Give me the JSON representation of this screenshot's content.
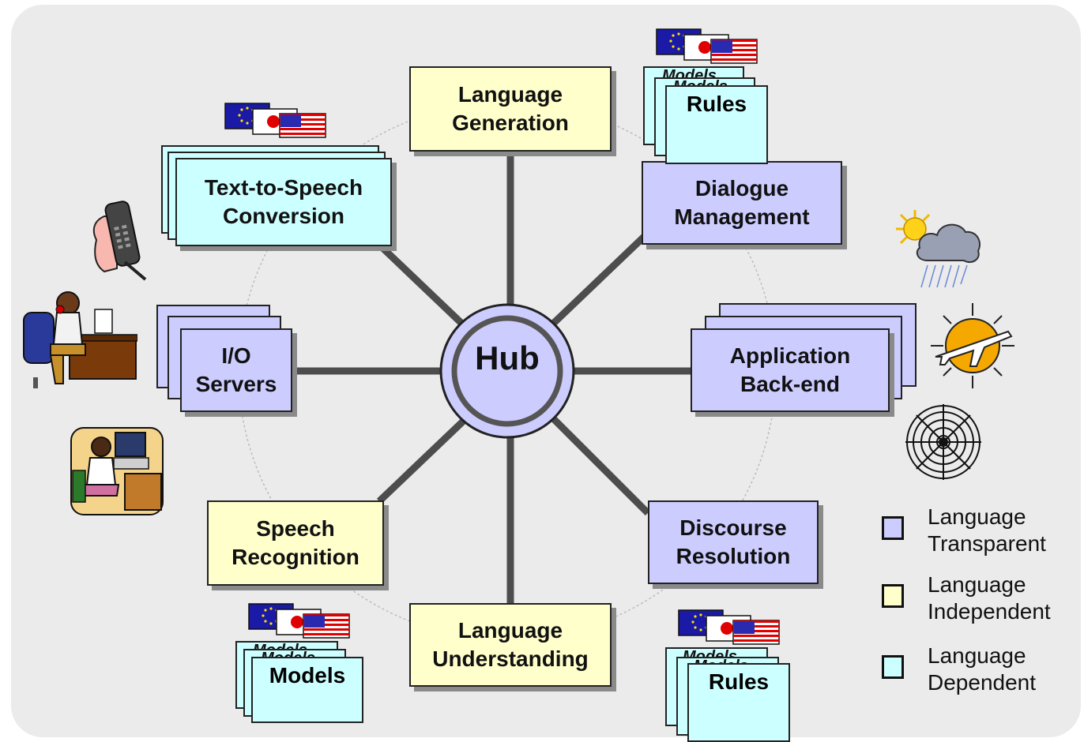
{
  "hub": {
    "label": "Hub"
  },
  "nodes": {
    "language_generation": {
      "line1": "Language",
      "line2": "Generation",
      "category": "independent"
    },
    "dialogue_management": {
      "line1": "Dialogue",
      "line2": "Management",
      "category": "transparent"
    },
    "application_backend": {
      "line1": "Application",
      "line2": "Back-end",
      "category": "transparent"
    },
    "discourse_resolution": {
      "line1": "Discourse",
      "line2": "Resolution",
      "category": "transparent"
    },
    "language_understanding": {
      "line1": "Language",
      "line2": "Understanding",
      "category": "independent"
    },
    "speech_recognition": {
      "line1": "Speech",
      "line2": "Recognition",
      "category": "independent"
    },
    "io_servers": {
      "line1": "I/O",
      "line2": "Servers",
      "category": "transparent"
    },
    "text_to_speech": {
      "line1": "Text-to-Speech",
      "line2": "Conversion",
      "category": "dependent"
    }
  },
  "resources": {
    "top_right": {
      "back": "Models",
      "mid": "Models",
      "front": "Rules"
    },
    "bottom_left": {
      "back": "Models",
      "mid": "Models",
      "front": "Models"
    },
    "bottom_right": {
      "back": "Models",
      "mid": "Models",
      "front": "Rules"
    }
  },
  "legend": [
    {
      "line1": "Language",
      "line2": "Transparent",
      "color": "#ccccff"
    },
    {
      "line1": "Language",
      "line2": "Independent",
      "color": "#ffffcc"
    },
    {
      "line1": "Language",
      "line2": "Dependent",
      "color": "#ccffff"
    }
  ],
  "colors": {
    "transparent": "#ccccff",
    "independent": "#ffffcc",
    "dependent": "#ccffff",
    "spokes": "#4d4d4d",
    "panel": "#ebebeb"
  },
  "icons": [
    "eu-flag-icon",
    "japan-flag-icon",
    "us-flag-icon",
    "phone-icon",
    "person-on-phone-icon",
    "operator-at-computer-icon",
    "weather-icon",
    "airplane-icon",
    "web-icon"
  ]
}
